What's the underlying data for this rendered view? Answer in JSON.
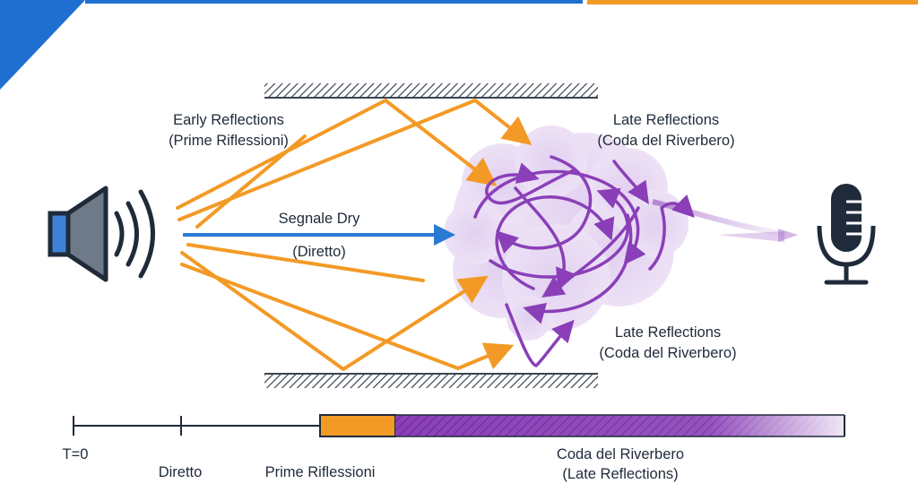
{
  "labels": {
    "early_line1": "Early Reflections",
    "early_line2": "(Prime Riflessioni)",
    "late_top_line1": "Late Reflections",
    "late_top_line2": "(Coda del Riverbero)",
    "late_bottom_line1": "Late Reflections",
    "late_bottom_line2": "(Coda del Riverbero)",
    "direct_line1": "Segnale Dry",
    "direct_line2": "(Diretto)"
  },
  "timeline": {
    "t0": "T=0",
    "direct": "Diretto",
    "early": "Prime Riflessioni",
    "late_line1": "Coda del Riverbero",
    "late_line2": "(Late Reflections)"
  },
  "icons": {
    "source": "speaker-icon",
    "receiver": "microphone-icon"
  },
  "colors": {
    "early": "#f39a26",
    "direct": "#2a7ad4",
    "late": "#8a3fb8",
    "cloud": "#e9dcf3",
    "corner_accent": "#1f6fd1",
    "top_orange": "#f39a26",
    "dark": "#1f2a3a"
  }
}
